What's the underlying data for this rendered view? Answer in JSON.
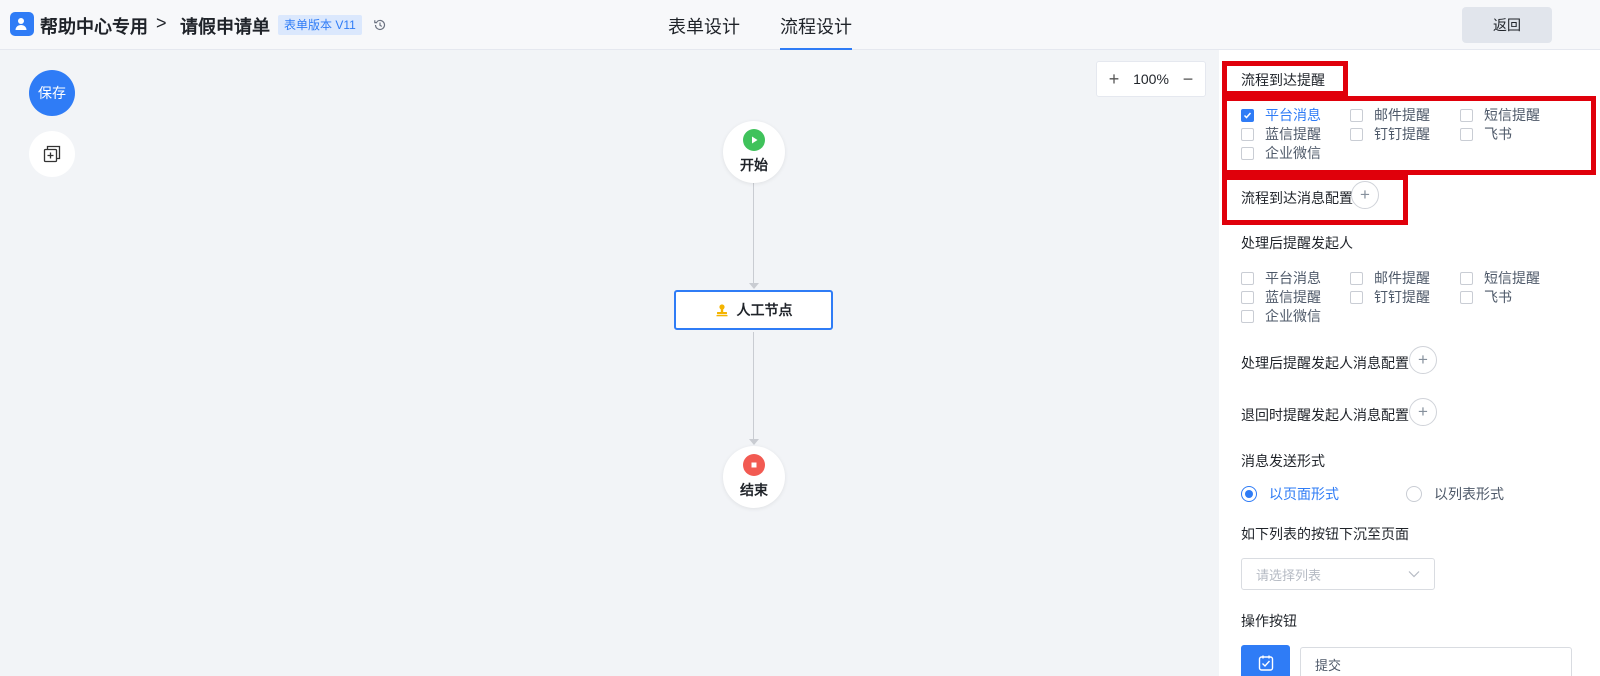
{
  "header": {
    "app_name": "帮助中心专用",
    "breadcrumb_separator": ">",
    "form_name": "请假申请单",
    "version_label": "表单版本 V11",
    "tabs": [
      {
        "label": "表单设计",
        "active": false
      },
      {
        "label": "流程设计",
        "active": true
      }
    ],
    "back_label": "返回"
  },
  "canvas": {
    "save_label": "保存",
    "zoom_level": "100%",
    "zoom_in_symbol": "+",
    "zoom_out_symbol": "−",
    "nodes": {
      "start_label": "开始",
      "task_label": "人工节点",
      "end_label": "结束"
    }
  },
  "panel": {
    "arrival_reminder": {
      "title": "流程到达提醒",
      "options": [
        {
          "label": "平台消息",
          "checked": true
        },
        {
          "label": "邮件提醒",
          "checked": false
        },
        {
          "label": "短信提醒",
          "checked": false
        },
        {
          "label": "蓝信提醒",
          "checked": false
        },
        {
          "label": "钉钉提醒",
          "checked": false
        },
        {
          "label": "飞书",
          "checked": false
        },
        {
          "label": "企业微信",
          "checked": false
        }
      ]
    },
    "arrival_message_config": {
      "title": "流程到达消息配置"
    },
    "after_process_reminder": {
      "title": "处理后提醒发起人",
      "options": [
        {
          "label": "平台消息",
          "checked": false
        },
        {
          "label": "邮件提醒",
          "checked": false
        },
        {
          "label": "短信提醒",
          "checked": false
        },
        {
          "label": "蓝信提醒",
          "checked": false
        },
        {
          "label": "钉钉提醒",
          "checked": false
        },
        {
          "label": "飞书",
          "checked": false
        },
        {
          "label": "企业微信",
          "checked": false
        }
      ]
    },
    "after_process_message_config": {
      "title": "处理后提醒发起人消息配置"
    },
    "return_message_config": {
      "title": "退回时提醒发起人消息配置"
    },
    "send_format": {
      "title": "消息发送形式",
      "options": [
        {
          "label": "以页面形式",
          "selected": true
        },
        {
          "label": "以列表形式",
          "selected": false
        }
      ]
    },
    "sink_buttons": {
      "title": "如下列表的按钮下沉至页面",
      "placeholder": "请选择列表"
    },
    "operation_buttons": {
      "title": "操作按钮",
      "value": "提交"
    }
  },
  "colors": {
    "accent": "#2f7cf6",
    "highlight": "#e0000b",
    "start": "#3fc25b",
    "end": "#f25a52"
  }
}
